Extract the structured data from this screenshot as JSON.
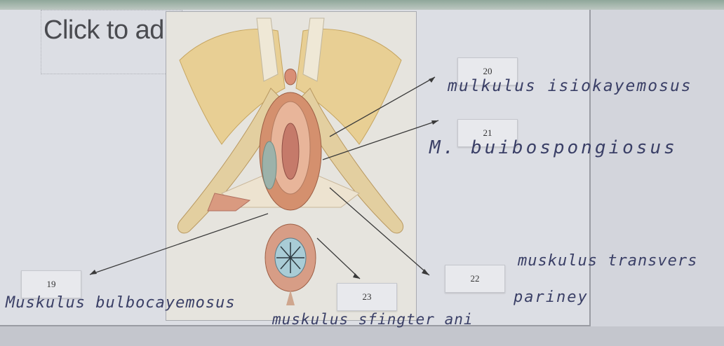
{
  "placeholder_text": "Click to ad",
  "labels": [
    {
      "number": "20",
      "answer": "mulkulus  isiokayemosus"
    },
    {
      "number": "21",
      "answer": "M. buibospongiosus"
    },
    {
      "number": "19",
      "answer": "Muskulus bulbocayemosus"
    },
    {
      "number": "23",
      "answer": "muskulus sfingter ani"
    },
    {
      "number": "22",
      "answer_line1": "muskulus transvers",
      "answer_line2": "pariney"
    }
  ]
}
